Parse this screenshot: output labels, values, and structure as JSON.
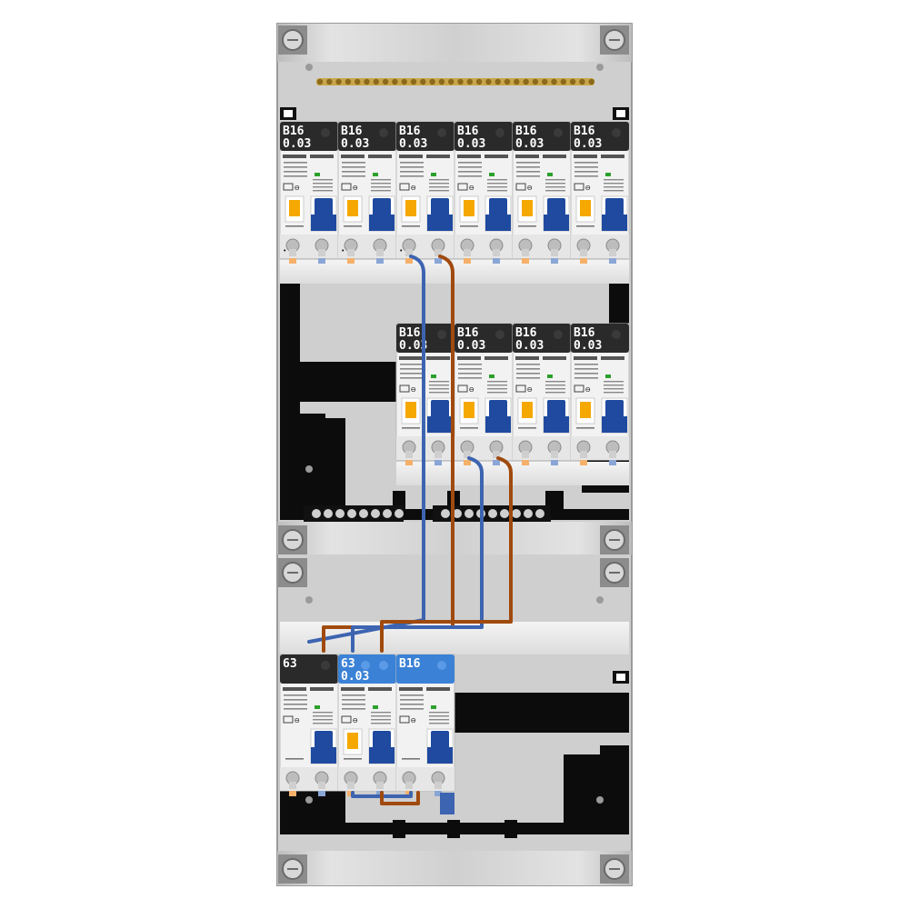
{
  "top_row": {
    "devices": [
      {
        "rating": "B16",
        "sensitivity": "0.03"
      },
      {
        "rating": "B16",
        "sensitivity": "0.03"
      },
      {
        "rating": "B16",
        "sensitivity": "0.03"
      },
      {
        "rating": "B16",
        "sensitivity": "0.03"
      },
      {
        "rating": "B16",
        "sensitivity": "0.03"
      },
      {
        "rating": "B16",
        "sensitivity": "0.03"
      }
    ]
  },
  "middle_row": {
    "devices": [
      {
        "rating": "B16",
        "sensitivity": "0.03"
      },
      {
        "rating": "B16",
        "sensitivity": "0.03"
      },
      {
        "rating": "B16",
        "sensitivity": "0.03"
      },
      {
        "rating": "B16",
        "sensitivity": "0.03"
      }
    ]
  },
  "bottom_row": {
    "main_switch": {
      "rating": "63"
    },
    "rcd": {
      "rating": "63",
      "sensitivity": "0.03"
    },
    "mcb": {
      "rating": "B16"
    }
  },
  "colors": {
    "enclosure": "#cfcfcf",
    "device_dark": "#2a2a2a",
    "device_blue": "#3b82d6",
    "handle_blue": "#1f4aa0",
    "test_orange": "#f5a800",
    "wire_blue": "#3d64b0",
    "wire_brown": "#a04a0e",
    "busbar_brass": "#c9a64a"
  }
}
